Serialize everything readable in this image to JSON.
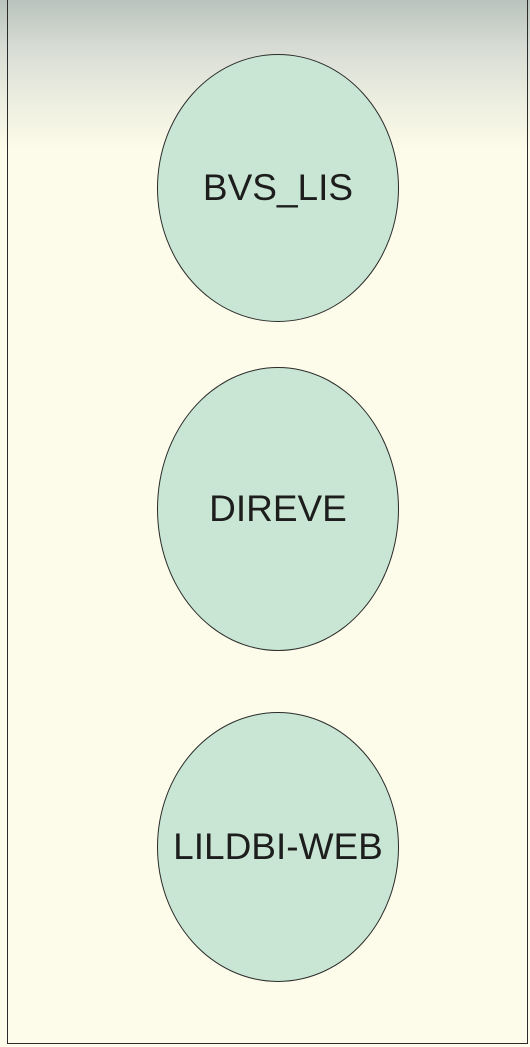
{
  "colors": {
    "node_fill": "#c8e6d3",
    "node_stroke": "#2b2b2b",
    "background": "#fdfbe9",
    "text": "#1d1d1d"
  },
  "nodes": [
    {
      "label": "BVS_LIS"
    },
    {
      "label": "DIREVE"
    },
    {
      "label": "LILDBI-WEB"
    }
  ]
}
